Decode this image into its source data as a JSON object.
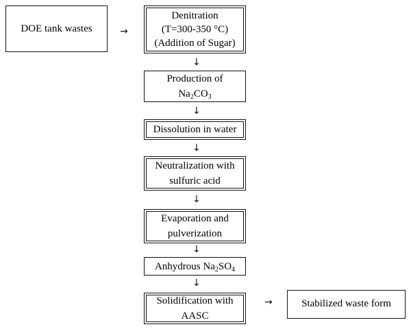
{
  "flowchart": {
    "input": "DOE tank wastes",
    "steps": {
      "denitration": [
        "Denitration",
        "(T=300-350 °C)",
        "(Addition of Sugar)"
      ],
      "production": {
        "line1": "Production of",
        "pre": "Na",
        "sub1": "2",
        "mid": "CO",
        "sub2": "3"
      },
      "dissolution": "Dissolution in water",
      "neutralization": [
        "Neutralization with",
        "sulfuric acid"
      ],
      "evaporation": [
        "Evaporation and",
        "pulverization"
      ],
      "anhydrous": {
        "pre": "Anhydrous Na",
        "sub1": "2",
        "mid": "SO",
        "sub2": "4"
      },
      "solidification": [
        "Solidification with",
        "AASC"
      ]
    },
    "output": "Stabilized waste form",
    "arrow_right": "→",
    "arrow_down": "↓"
  }
}
